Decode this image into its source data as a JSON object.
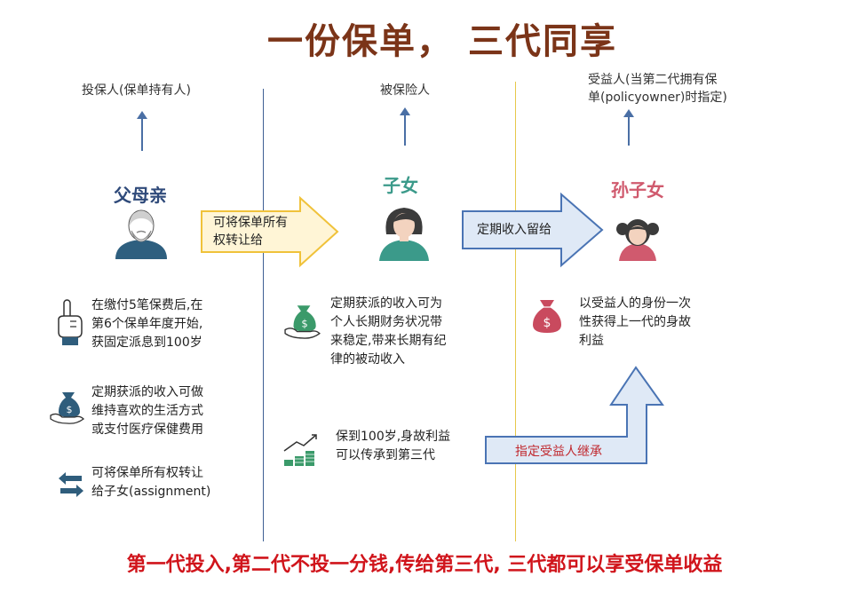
{
  "title": "一份保单，  三代同享",
  "columns": {
    "parent": {
      "role": "投保人(保单持有人)",
      "name": "父母亲",
      "items": [
        {
          "icon": "pointing-hand-icon",
          "text": "在缴付5笔保费后,在\n第6个保单年度开始,\n获固定派息到100岁"
        },
        {
          "icon": "money-bag-hand-icon",
          "text": "定期获派的收入可做\n维持喜欢的生活方式\n或支付医疗保健费用"
        },
        {
          "icon": "transfer-arrows-icon",
          "text": "可将保单所有权转让\n给子女(assignment)"
        }
      ]
    },
    "child": {
      "role": "被保险人",
      "name": "子女",
      "items": [
        {
          "icon": "money-bag-hand-icon",
          "text": "定期获派的收入可为\n个人长期财务状况带\n来稳定,带来长期有纪\n律的被动收入"
        },
        {
          "icon": "growth-coins-icon",
          "text": "保到100岁,身故利益\n可以传承到第三代"
        }
      ]
    },
    "grandchild": {
      "role": "受益人(当第二代拥有保\n单(policyowner)时指定)",
      "name": "孙子女",
      "items": [
        {
          "icon": "money-bag-icon",
          "text": "以受益人的身份一次\n性获得上一代的身故\n利益"
        }
      ]
    }
  },
  "arrows": {
    "transfer": "可将保单所有\n权转让给",
    "income": "定期收入留给",
    "inherit": "指定受益人继承"
  },
  "footer": "第一代投入,第二代不投一分钱,传给第三代, 三代都可以享受保单收益",
  "colors": {
    "title": "#7b3418",
    "parent_name": "#2f4a7a",
    "child_name": "#3b9a8a",
    "grandchild_name": "#d05a6e",
    "footer": "#d0141b",
    "divider_blue": "#3e5f94",
    "divider_yellow": "#e6c84a",
    "arrow_fill": "#dfe9f6",
    "arrow_stroke": "#4a74b4"
  }
}
